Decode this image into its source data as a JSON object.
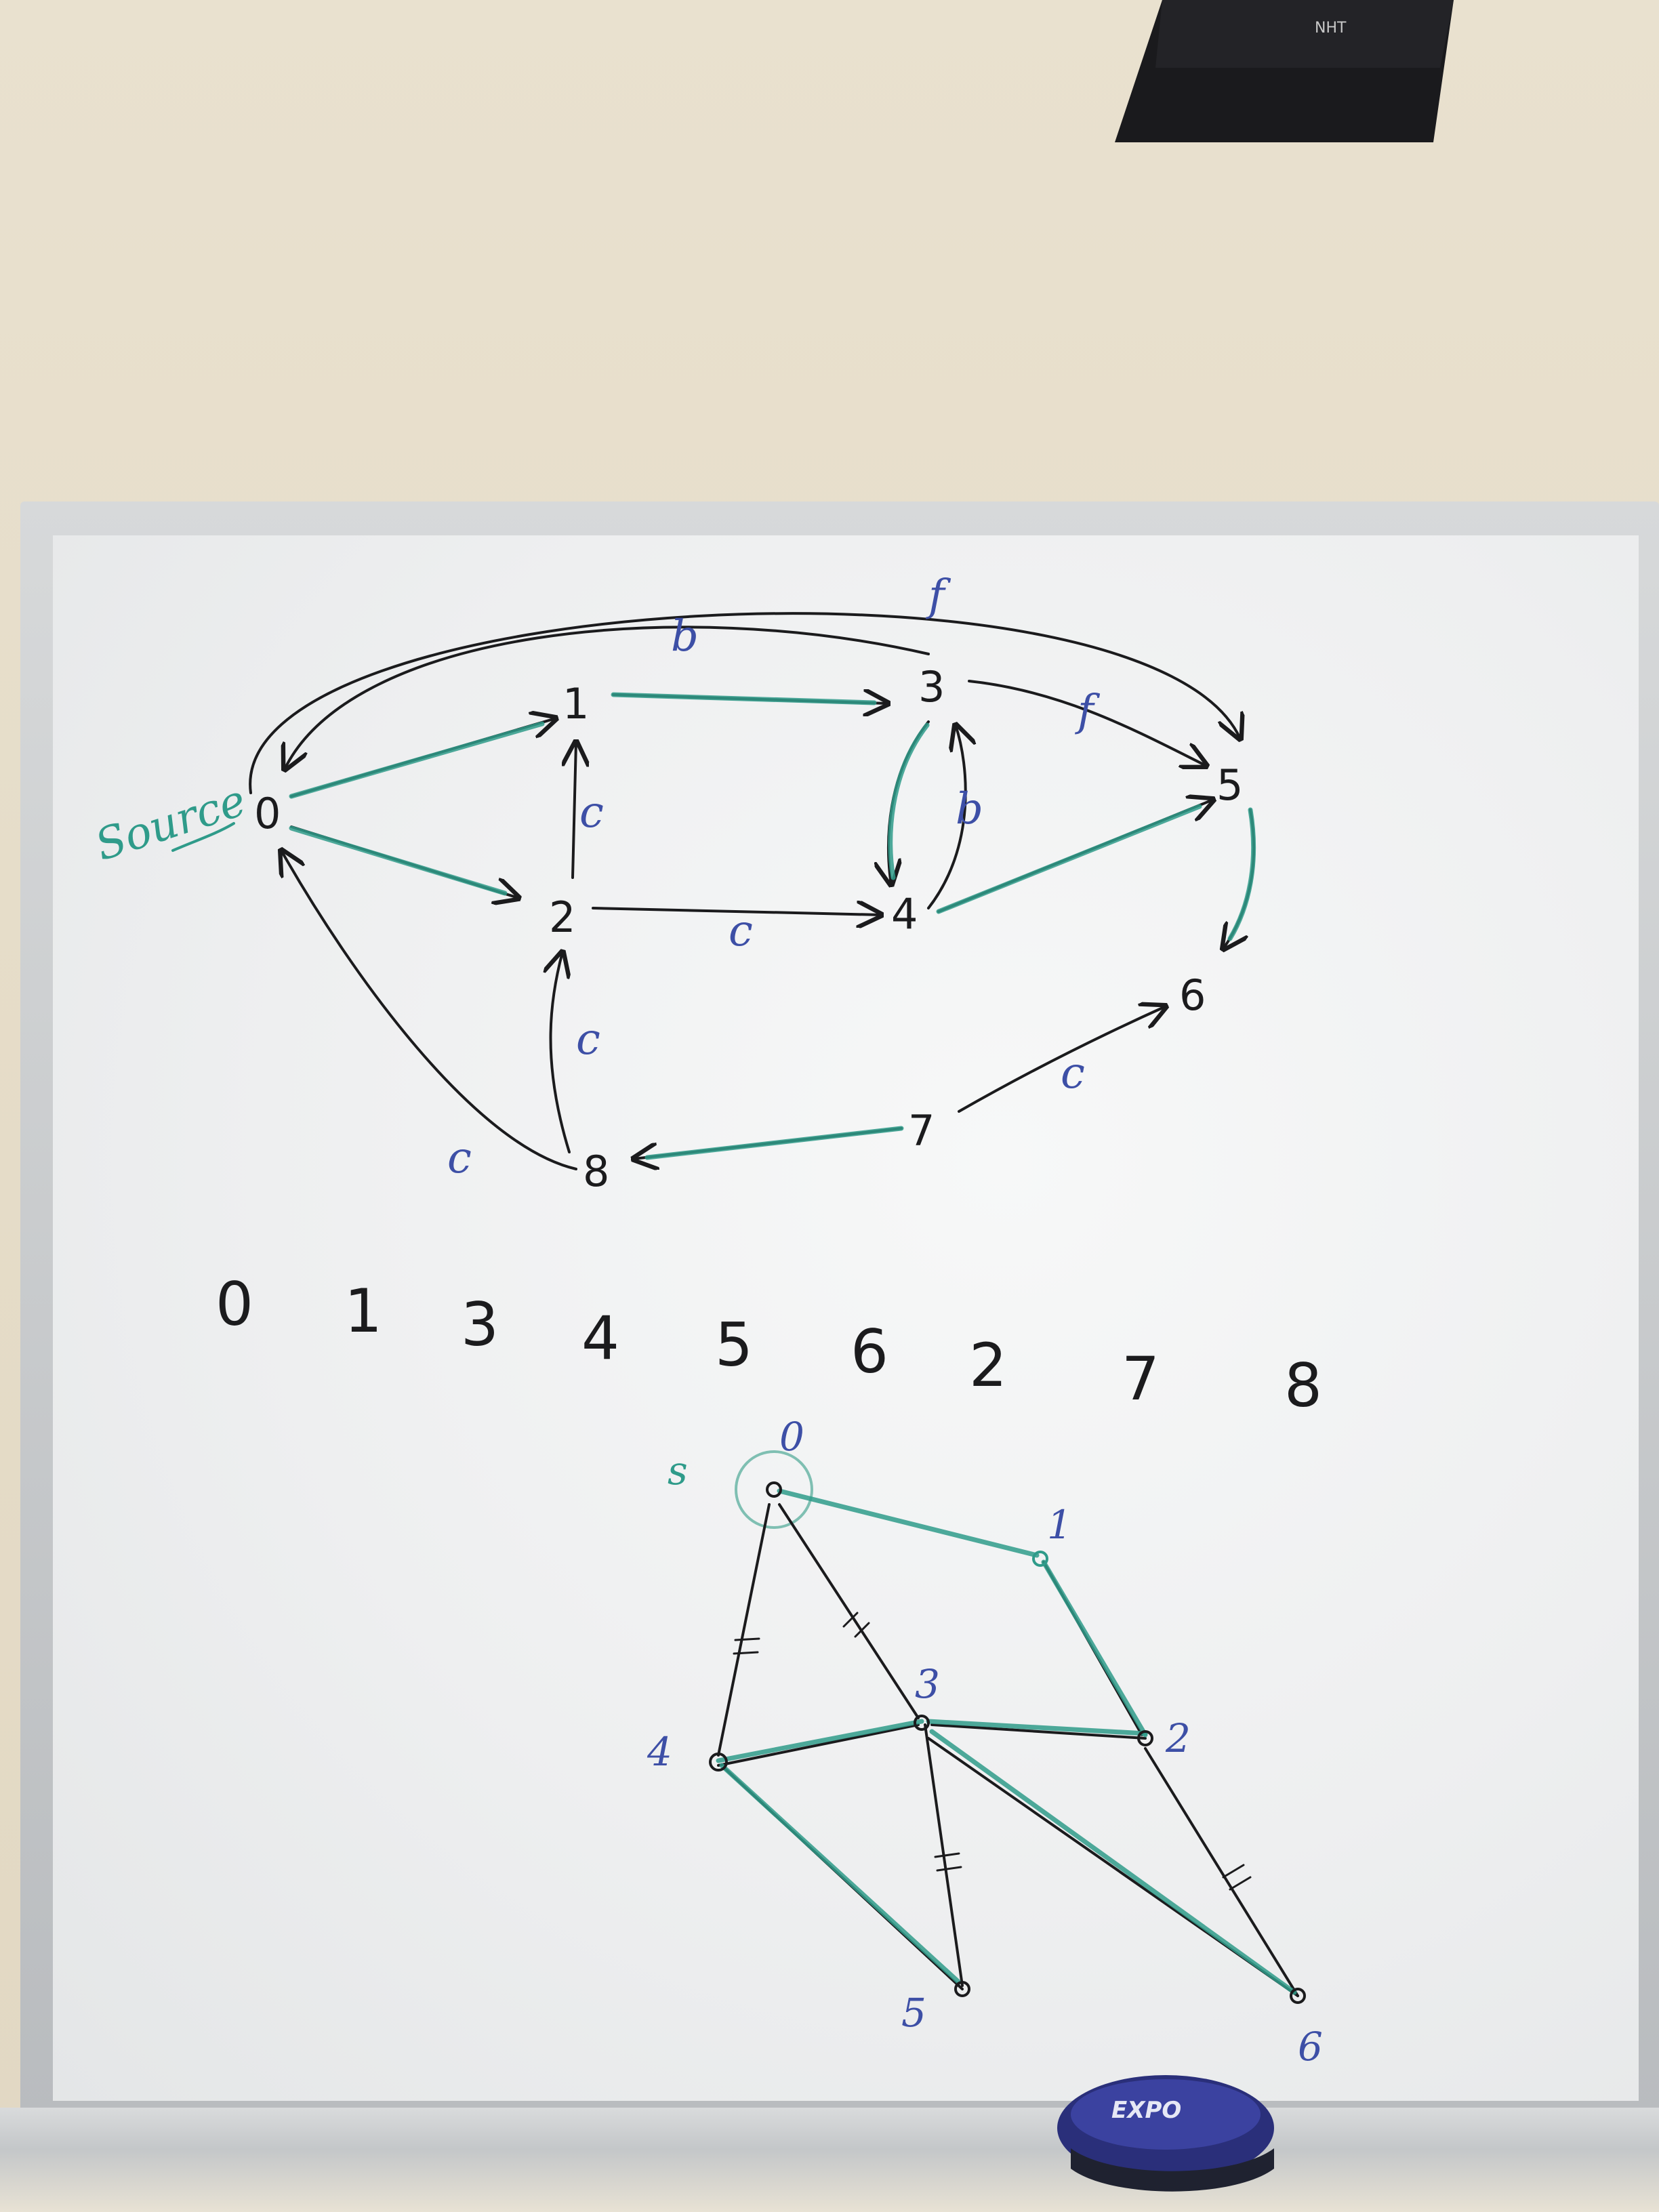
{
  "speaker": {
    "brand": "NHT"
  },
  "graph1": {
    "source_label": "Source",
    "nodes": [
      "0",
      "1",
      "2",
      "3",
      "4",
      "5",
      "6",
      "7",
      "8"
    ],
    "edge_labels": {
      "top_arc_b": "b",
      "top_arc_f": "f",
      "e_3_5_f": "f",
      "e_3_4_b": "b",
      "e_2_1_c": "c",
      "e_2_4_c": "c",
      "e_8_2_c": "c",
      "e_7_6_c": "c",
      "e_8_0_c": "c"
    }
  },
  "order": [
    "0",
    "1",
    "3",
    "4",
    "5",
    "6",
    "2",
    "7",
    "8"
  ],
  "graph2": {
    "source_mark": "s",
    "nodes": {
      "n0": "0",
      "n1": "1",
      "n2": "2",
      "n3": "3",
      "n4": "4",
      "n5": "5",
      "n6": "6"
    }
  },
  "eraser": {
    "brand": "EXPO"
  },
  "colors": {
    "ink_black": "#1b1b1d",
    "ink_blue": "#3d4fa6",
    "ink_teal": "#2f9b8a",
    "wall": "#e6ddc9",
    "board": "#f2f3f3"
  }
}
